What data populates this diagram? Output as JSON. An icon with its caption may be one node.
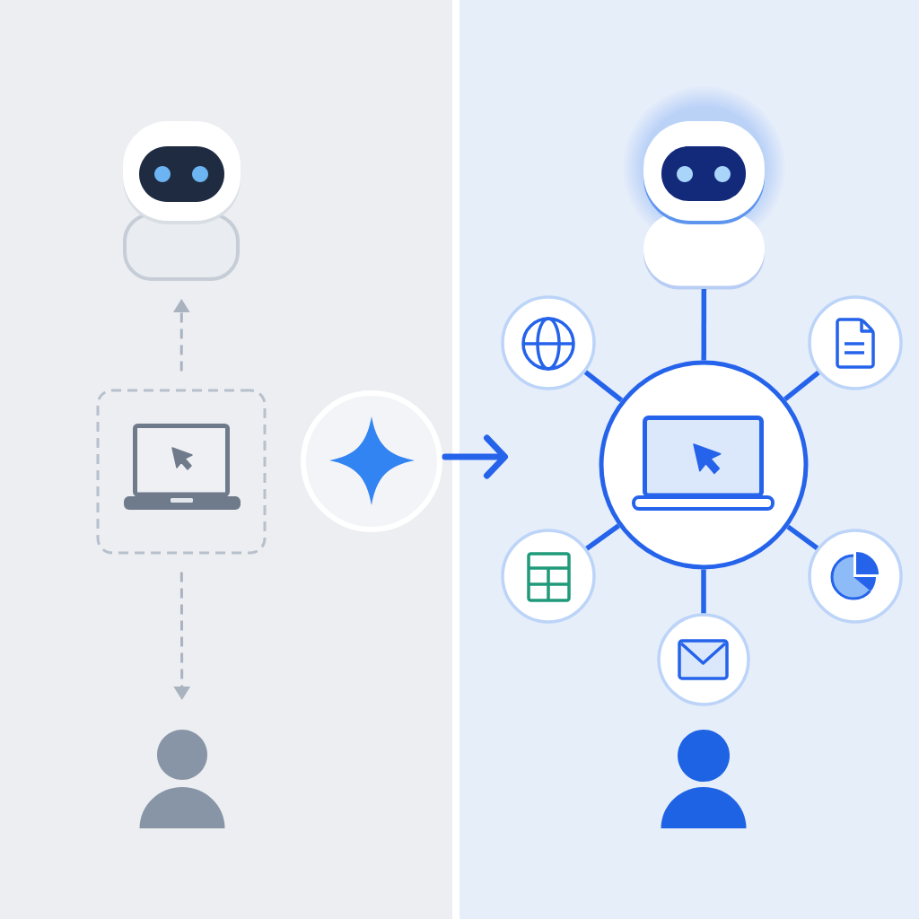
{
  "diagram": {
    "nodes": [
      {
        "text": [],
        "shape": "robot"
      },
      {
        "text": [],
        "shape": "box"
      },
      {
        "text": [],
        "shape": "laptop",
        "in": 1
      },
      {
        "text": [],
        "shape": "person"
      },
      {
        "text": [],
        "shape": "circle"
      },
      {
        "text": [],
        "shape": "robot"
      },
      {
        "text": [],
        "shape": "circle"
      },
      {
        "text": [],
        "shape": "circle"
      },
      {
        "text": [],
        "shape": "circle"
      },
      {
        "text": [],
        "shape": "laptop",
        "in": 8
      },
      {
        "text": [],
        "shape": "circle"
      },
      {
        "text": [],
        "shape": "circle"
      },
      {
        "text": [],
        "shape": "circle"
      },
      {
        "text": [],
        "shape": "person"
      }
    ],
    "edges": [
      {
        "from": 1,
        "to": 0,
        "arrow": "to",
        "style": "dashed",
        "color": "#a9b3bf"
      },
      {
        "from": 1,
        "to": 3,
        "arrow": "to",
        "style": "dashed",
        "color": "#a9b3bf"
      },
      {
        "from": 4,
        "to": null,
        "arrow": "to"
      },
      {
        "from": 5,
        "to": 8,
        "arrow": "none"
      },
      {
        "from": 8,
        "to": 6,
        "arrow": "none"
      },
      {
        "from": 8,
        "to": 7,
        "arrow": "none"
      },
      {
        "from": 8,
        "to": 10,
        "arrow": "none"
      },
      {
        "from": 8,
        "to": 11,
        "arrow": "none"
      },
      {
        "from": 8,
        "to": 12,
        "arrow": "none"
      }
    ]
  }
}
